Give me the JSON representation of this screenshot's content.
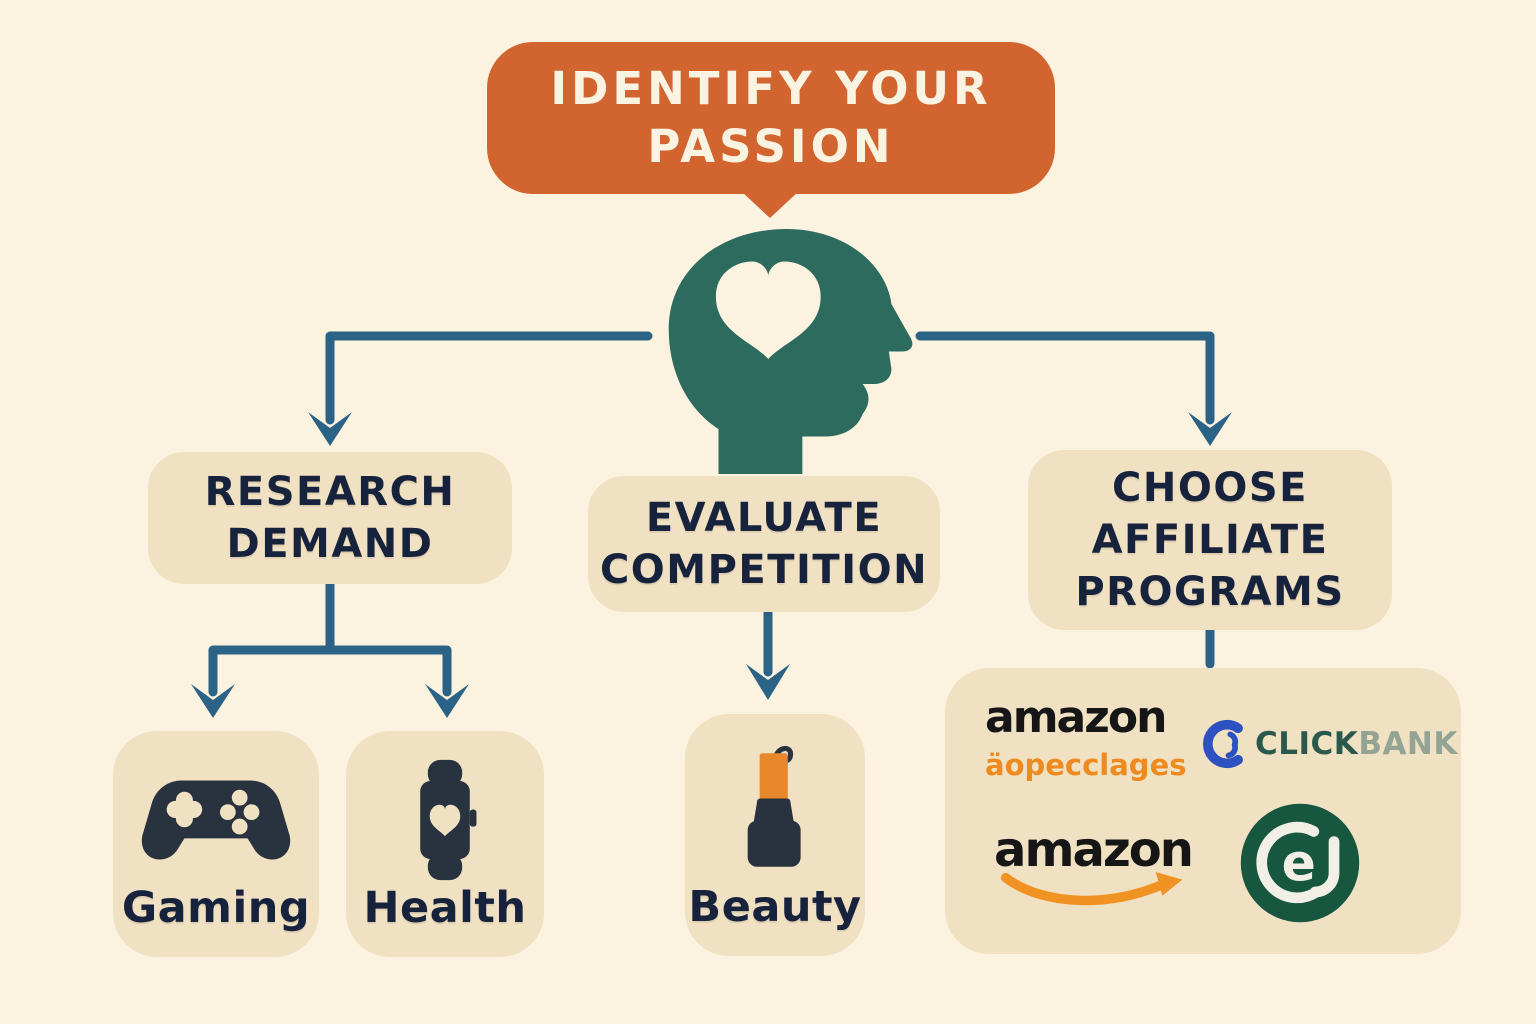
{
  "palette": {
    "background": "#FBF2DF",
    "bubble_orange": "#D2652F",
    "card_tan": "#F1E1C3",
    "navy_text": "#17233D",
    "head_teal": "#2E6B5F",
    "connector_blue": "#2B6386",
    "icon_dark": "#29323F",
    "lipstick_orange": "#E8872B",
    "amazon_orange": "#F19322",
    "clickbank_blue": "#2B52C0",
    "clickbank_green": "#2A594C",
    "clickbank_gray": "#93A394",
    "cj_green": "#17573F"
  },
  "header": {
    "line1": "IDENTIFY YOUR",
    "line2": "PASSION"
  },
  "steps": [
    {
      "lines": [
        "RESEARCH",
        "DEMAND"
      ]
    },
    {
      "lines": [
        "EVALUATE",
        "COMPETITION"
      ]
    },
    {
      "lines": [
        "CHOOSE",
        "AFFILIATE",
        "PROGRAMS"
      ]
    }
  ],
  "niches": [
    {
      "label": "Gaming",
      "icon": "gamepad-icon"
    },
    {
      "label": "Health",
      "icon": "smartwatch-heart-icon"
    },
    {
      "label": "Beauty",
      "icon": "lipstick-icon"
    }
  ],
  "affiliate_programs": {
    "amazon_associates": {
      "wordmark": "amazon",
      "subtext": "äopecclages"
    },
    "clickbank": {
      "click": "CLICK",
      "bank": "BANK"
    },
    "amazon_smile": {
      "wordmark": "amazon"
    },
    "cj": {
      "letter_e": "e"
    }
  }
}
